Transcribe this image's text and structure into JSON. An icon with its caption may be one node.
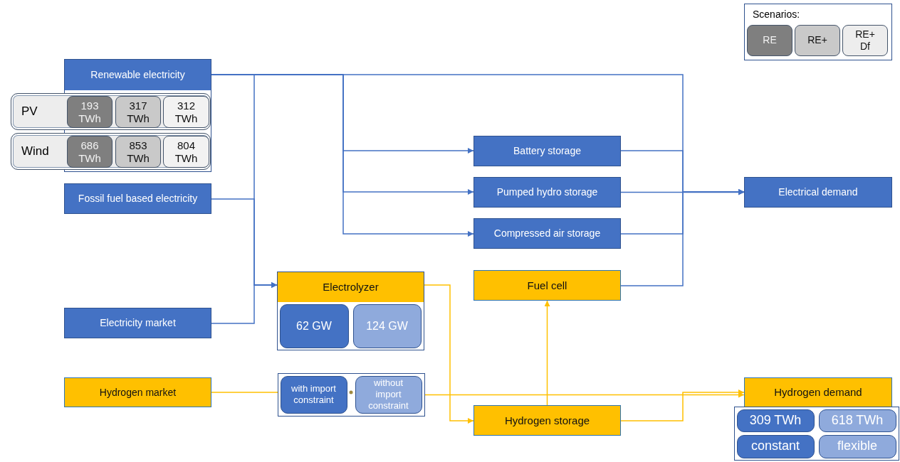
{
  "diagram": {
    "nodes": [
      {
        "text": [
          "Renewable electricity"
        ]
      },
      {
        "text": [
          "PV"
        ]
      },
      {
        "text": [
          "193 TWh"
        ]
      },
      {
        "text": [
          "317 TWh"
        ]
      },
      {
        "text": [
          "312 TWh"
        ]
      },
      {
        "text": [
          "Wind"
        ]
      },
      {
        "text": [
          "686 TWh"
        ]
      },
      {
        "text": [
          "853 TWh"
        ]
      },
      {
        "text": [
          "804 TWh"
        ]
      },
      {
        "text": [
          "Fossil fuel based electricity"
        ]
      },
      {
        "text": [
          "Electricity market"
        ]
      },
      {
        "text": [
          "Hydrogen market"
        ]
      },
      {
        "text": [
          "Electrolyzer"
        ]
      },
      {
        "text": [
          "62 GW"
        ],
        "in": 12
      },
      {
        "text": [
          "124 GW"
        ],
        "in": 12
      },
      {
        "text": [],
        "shape": "box"
      },
      {
        "text": [
          "with import constraint"
        ],
        "in": 15
      },
      {
        "text": [
          "without import constraint"
        ],
        "in": 15
      },
      {
        "text": [
          "Battery storage"
        ]
      },
      {
        "text": [
          "Pumped hydro storage"
        ]
      },
      {
        "text": [
          "Compressed air storage"
        ]
      },
      {
        "text": [
          "Fuel cell"
        ]
      },
      {
        "text": [
          "Hydrogen storage"
        ]
      },
      {
        "text": [
          "Electrical demand"
        ]
      },
      {
        "text": [
          "Hydrogen demand"
        ]
      },
      {
        "text": [],
        "shape": "box"
      },
      {
        "text": [
          "309 TWh"
        ],
        "in": 25
      },
      {
        "text": [
          "618 TWh"
        ],
        "in": 25
      },
      {
        "text": [
          "constant"
        ],
        "in": 25
      },
      {
        "text": [
          "flexible"
        ],
        "in": 25
      }
    ],
    "edges": [
      {
        "from": 0,
        "to": 18,
        "arrow": "to"
      },
      {
        "from": 0,
        "to": 19,
        "arrow": "to"
      },
      {
        "from": 0,
        "to": 20,
        "arrow": "to"
      },
      {
        "from": 0,
        "to": 23,
        "arrow": "to"
      },
      {
        "from": 0,
        "to": 12,
        "arrow": "to"
      },
      {
        "from": 9,
        "to": 12,
        "arrow": "to"
      },
      {
        "from": 10,
        "to": 12,
        "arrow": "to"
      },
      {
        "from": 18,
        "to": 23,
        "arrow": "to"
      },
      {
        "from": 19,
        "to": 23,
        "arrow": "to"
      },
      {
        "from": 20,
        "to": 23,
        "arrow": "to"
      },
      {
        "from": 21,
        "to": 23,
        "arrow": "to"
      },
      {
        "from": 12,
        "to": 22,
        "arrow": "to",
        "color": "#ffc000"
      },
      {
        "from": 22,
        "to": 21,
        "arrow": "to",
        "color": "#ffc000"
      },
      {
        "from": 22,
        "to": 24,
        "arrow": "to",
        "color": "#ffc000"
      },
      {
        "from": 11,
        "to": 15,
        "arrow": "none",
        "color": "#ffc000"
      },
      {
        "from": 15,
        "to": 24,
        "arrow": "to",
        "color": "#ffc000"
      }
    ],
    "labels": [
      "Scenarios:"
    ],
    "legend": [
      {
        "text": "RE",
        "color": "#7f7f7f"
      },
      {
        "text": "RE+",
        "color": "#c9c9c9"
      },
      {
        "text": "RE+ Df",
        "color": "#ededed"
      }
    ]
  }
}
